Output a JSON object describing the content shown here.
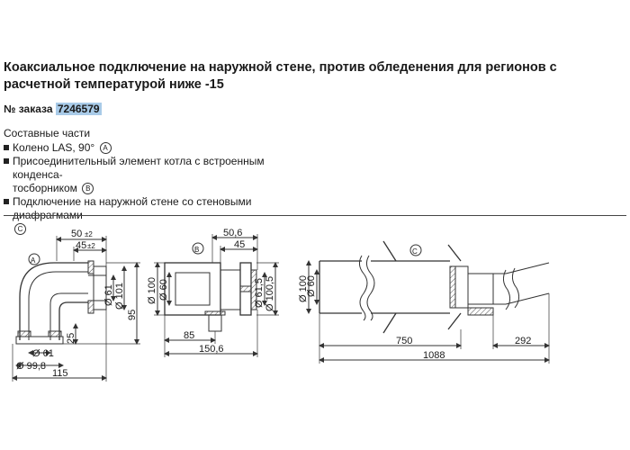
{
  "title": "Коаксиальное подключение на наружной стене, против обледенения для регионов с расчетной температурой ниже -15",
  "order": {
    "label": "№ заказа",
    "number": "7246579"
  },
  "parts_heading": "Составные части",
  "parts": [
    {
      "text_1": "Колено LAS, 90°",
      "text_2": "",
      "marker": "A"
    },
    {
      "text_1": "Присоединительный элемент котла с встроенным конденса-",
      "text_2": "тосборником",
      "marker": "B"
    },
    {
      "text_1": "Подключение на наружной стене со стеновыми диафрагмами",
      "text_2": "",
      "marker": "C"
    }
  ],
  "drawing": {
    "a": {
      "marker": "A",
      "dims": {
        "d50": "50",
        "d50tol": "±2",
        "d45": "45",
        "d45tol": "±2",
        "d61": "Ø 61",
        "d101": "Ø 101",
        "d95": "95",
        "d25": "25",
        "d61b": "Ø 61",
        "d998": "Ø 99,8",
        "d115": "115"
      }
    },
    "b": {
      "marker": "B",
      "dims": {
        "d506": "50,6",
        "d45": "45",
        "d100": "Ø 100",
        "d60": "Ø 60",
        "d615": "Ø 61,5",
        "d1005": "Ø 100,5",
        "d85": "85",
        "d1506": "150,6"
      }
    },
    "c": {
      "marker": "C",
      "dims": {
        "d100": "Ø 100",
        "d60": "Ø 60",
        "d750": "750",
        "d292": "292",
        "d1088": "1088"
      }
    }
  },
  "colors": {
    "text": "#1a1a1a",
    "highlight": "#a9cbe8",
    "line": "#333333",
    "hatch": "#555555"
  }
}
